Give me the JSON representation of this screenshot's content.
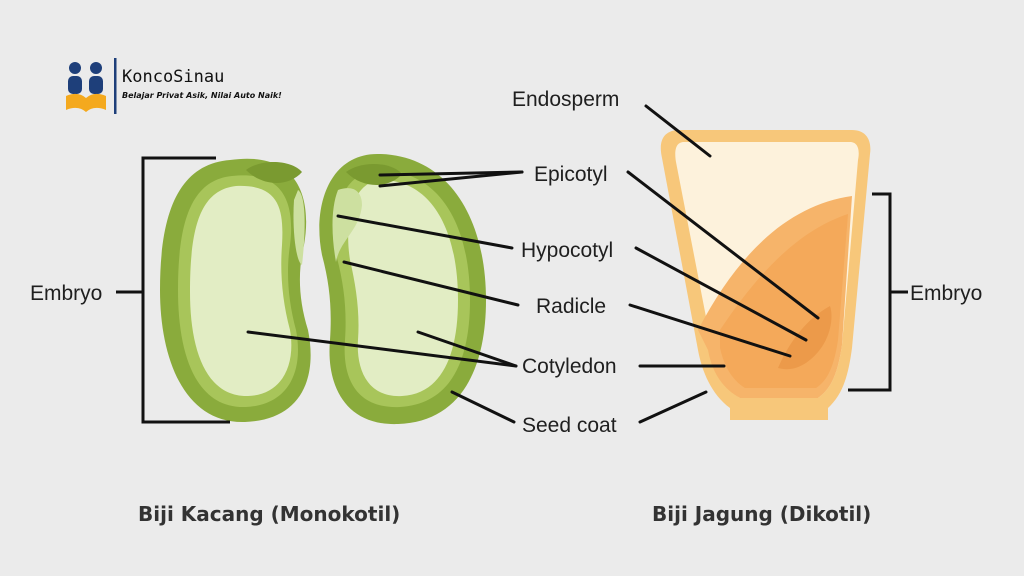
{
  "logo": {
    "name": "KoncoSinau",
    "tagline": "Belajar Privat Asik, Nilai Auto Naik!"
  },
  "bean": {
    "caption": "Biji Kacang (Monokotil)",
    "embryo_label": "Embryo"
  },
  "corn": {
    "caption": "Biji Jagung (Dikotil)",
    "embryo_label": "Embryo",
    "endosperm_label": "Endosperm"
  },
  "parts": {
    "epicotyl": "Epicotyl",
    "hypocotyl": "Hypocotyl",
    "radicle": "Radicle",
    "cotyledon": "Cotyledon",
    "seed_coat": "Seed coat"
  },
  "colors": {
    "background": "#ebebeb",
    "bean_seed_coat": "#8aab3c",
    "bean_cotyledon": "#a8c55a",
    "bean_inner": "#e2edc4",
    "corn_seed_coat": "#f7c77a",
    "corn_endosperm": "#fdf2dc",
    "corn_embryo": "#f6b46a",
    "logo_blue": "#1e3f7a",
    "logo_orange": "#f4a91e"
  }
}
